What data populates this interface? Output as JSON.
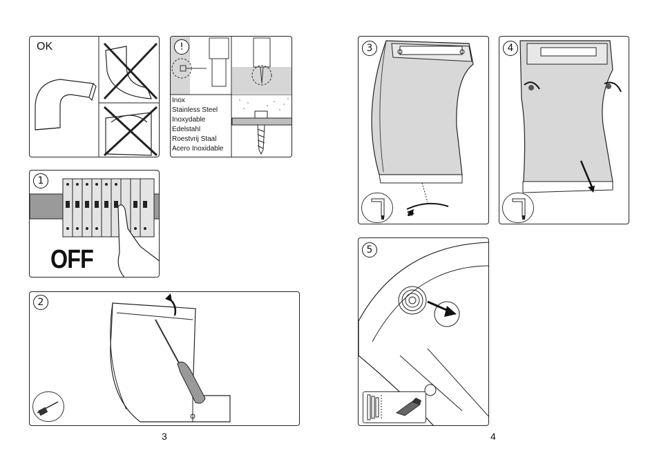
{
  "page_numbers": {
    "left": "3",
    "right": "4"
  },
  "panel_ok": {
    "label": "OK"
  },
  "panel_materials": {
    "warning_symbol": "!",
    "materials": [
      "Inox",
      "Stainless Steel",
      "Inoxydable",
      "Edelstahl",
      "Roestvrij Staal",
      "Acero Inoxidable"
    ]
  },
  "panel_power": {
    "step": "1",
    "label": "OFF"
  },
  "panel_remove_clip": {
    "step": "2"
  },
  "panel_unscrew": {
    "step": "3"
  },
  "panel_release": {
    "step": "4"
  },
  "panel_cable": {
    "step": "5"
  },
  "icons": {
    "ok_correct": "wall-lamp-correct-orientation",
    "wrong_1": "crossed-out-orientation",
    "wrong_2": "crossed-out-orientation",
    "screwdriver": "screwdriver-icon",
    "allen_key": "allen-key-icon",
    "cutter": "cutter-icon"
  }
}
